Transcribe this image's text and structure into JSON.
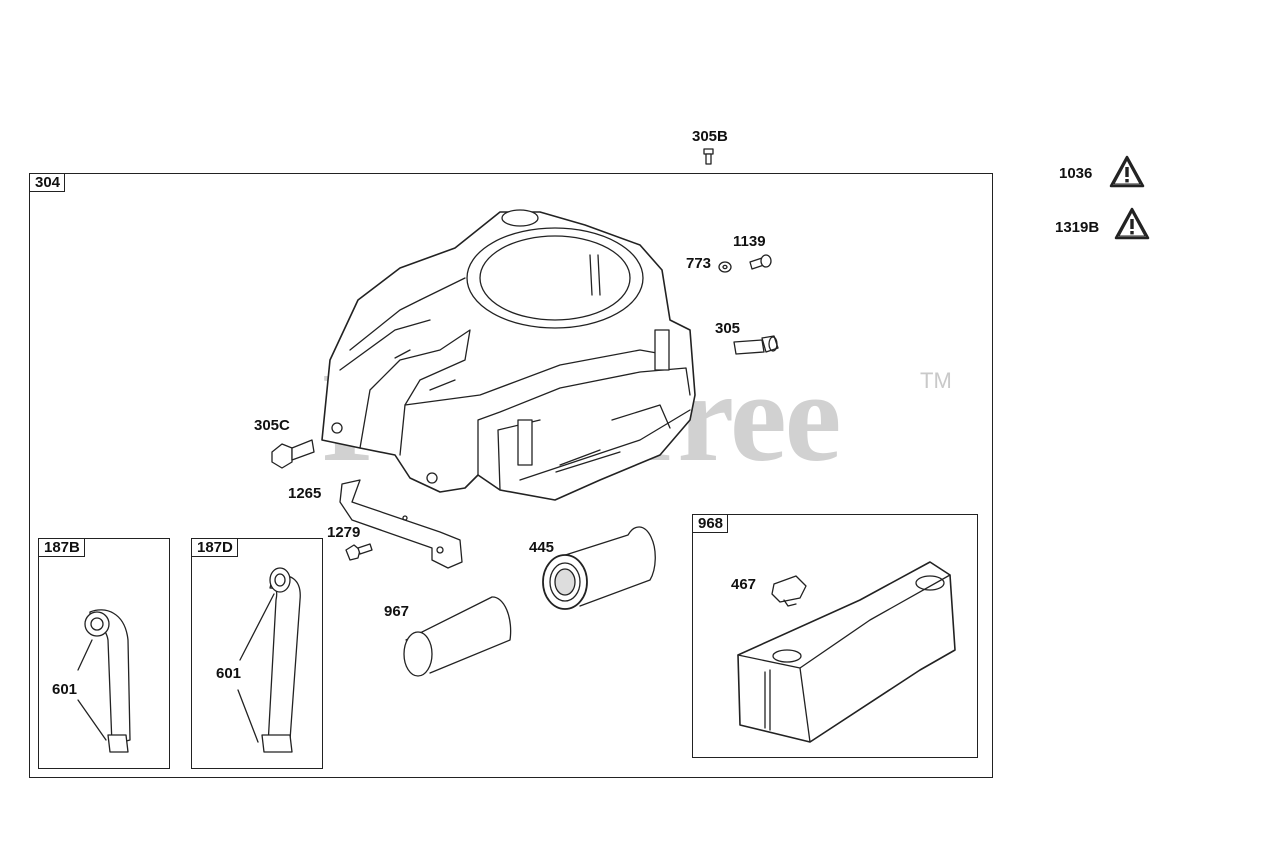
{
  "watermark": {
    "text": "PartsTree",
    "trademark": "TM"
  },
  "assembly": {
    "label": "304"
  },
  "inset_187b": {
    "label": "187B",
    "callout": "601"
  },
  "inset_187d": {
    "label": "187D",
    "callout": "601"
  },
  "inset_968": {
    "label": "968",
    "callout": "467"
  },
  "callouts": {
    "c305b": "305B",
    "c1139": "1139",
    "c773": "773",
    "c305": "305",
    "c305c": "305C",
    "c1265": "1265",
    "c1279": "1279",
    "c445": "445",
    "c967": "967"
  },
  "warnings": [
    {
      "label": "1036",
      "icon": "warning-triangle-icon"
    },
    {
      "label": "1319B",
      "icon": "warning-triangle-icon"
    }
  ]
}
